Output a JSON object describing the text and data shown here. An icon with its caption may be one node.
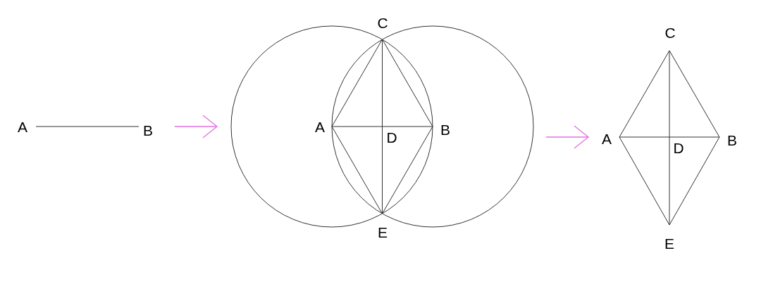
{
  "diagram": {
    "labels": [
      "A",
      "B",
      "C",
      "A",
      "D",
      "B",
      "E",
      "C",
      "A",
      "D",
      "B",
      "E"
    ]
  }
}
